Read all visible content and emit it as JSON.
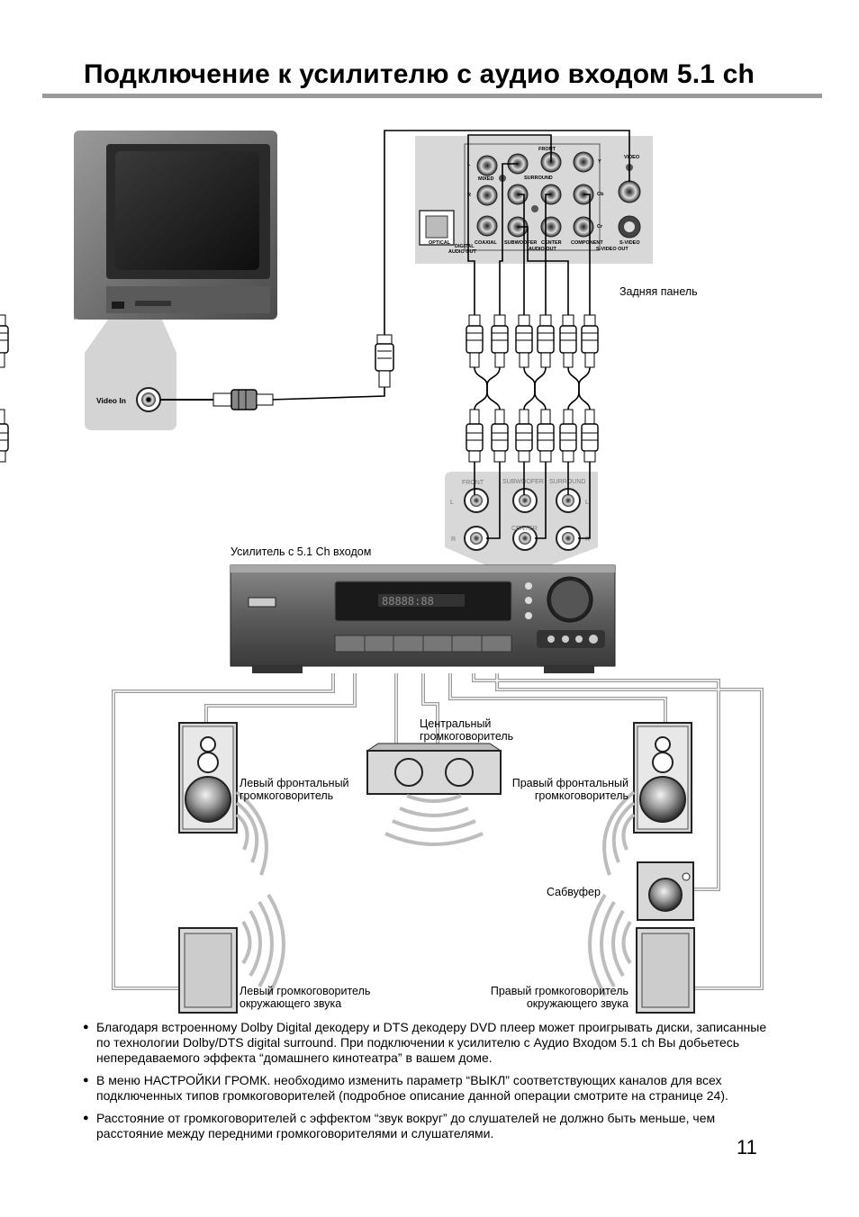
{
  "page": {
    "title": "Подключение к усилителю с аудио входом 5.1 ch",
    "page_number": "11"
  },
  "labels": {
    "rear_panel": "Задняя панель",
    "video_in": "Video In",
    "amplifier": "Усилитель с 5.1 Ch входом",
    "center_speaker_1": "Центральный",
    "center_speaker_2": "громкоговоритель",
    "front_left_1": "Левый фронтальный",
    "front_left_2": "громкоговоритель",
    "front_right_1": "Правый фронтальный",
    "front_right_2": "громкоговоритель",
    "subwoofer": "Сабвуфер",
    "surround_left_1": "Левый громкоговоритель",
    "surround_left_2": "окружающего звука",
    "surround_right_1": "Правый громкоговоритель",
    "surround_right_2": "окружающего звука"
  },
  "panel": {
    "front": "FRONT",
    "surround": "SURROUND",
    "subwoofer": "SUBWOOFER",
    "center": "CENTER",
    "audio_out": "AUDIO OUT",
    "video": "VIDEO",
    "y": "Y",
    "cb": "Cb",
    "cr": "Cr",
    "component": "COMPONENT",
    "s_video": "S-VIDEO",
    "svideo_out": "S-VIDEO OUT",
    "optical": "OPTICAL",
    "coaxial": "COAXIAL",
    "digital": "DIGITAL",
    "digital_audio_out": "AUDIO OUT",
    "l": "L",
    "r": "R",
    "mixed": "MIXED"
  },
  "amp_inputs": {
    "front": "FRONT",
    "subwoofer": "SUBWOOFER",
    "surround": "SURROUND",
    "center": "CENTER",
    "l": "L",
    "r": "R"
  },
  "notes": [
    "Благодаря встроенному Dolby Digital декодеру и DTS декодеру DVD плеер может проигрывать диски, записанные по технологии Dolby/DTS digital surround. При подключении к усилителю с Аудио Входом 5.1 ch Вы добьетесь непередаваемого эффекта “домашнего кинотеатра” в вашем доме.",
    "В меню НАСТРОЙКИ ГРОМК. необходимо изменить параметр “ВЫКЛ” соответствующих каналов для всех подключенных типов громкоговорителей (подробное описание данной операции смотрите на странице 24).",
    "Расстояние от громкоговорителей с эффектом “звук вокруг” до слушателей не должно быть меньше, чем расстояние между передними громкоговорителями и слушателями."
  ]
}
